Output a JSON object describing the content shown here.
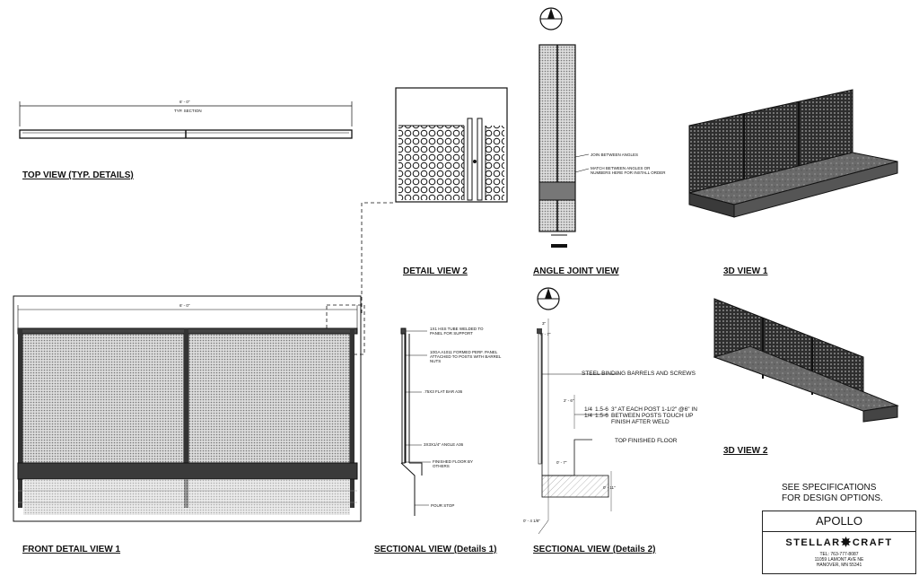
{
  "views": {
    "top_view": "TOP VIEW (TYP. DETAILS)",
    "detail_view_2": "DETAIL VIEW 2",
    "angle_joint_view": "ANGLE JOINT VIEW",
    "view_3d_1": "3D VIEW 1",
    "view_3d_2": "3D VIEW 2",
    "front_detail_view_1": "FRONT DETAIL VIEW 1",
    "sectional_view_1": "SECTIONAL VIEW  (Details 1)",
    "sectional_view_2": "SECTIONAL VIEW  (Details 2)"
  },
  "dimensions": {
    "top_width": "6' - 0\"",
    "top_section": "TYP. SECTION",
    "front_width": "6' - 0\"",
    "sect2_top": "3\"",
    "sect2_top2": "0' - 7\"",
    "sect2_mid": "2' - 6\"",
    "sect2_low": "0' - 7\"",
    "sect2_base": "0' - 11\"",
    "sect2_bottom": "0' - 4 1/8\""
  },
  "notes": {
    "angle_joint_1": "JOIN BETWEEN ANGLES",
    "angle_joint_2": "MATCH BETWEEN ANGLES OR\nNUMBERS HERE FOR INSTALL ORDER",
    "sect1_1": "1X1 HSS TUBE WELDED TO\nPANEL FOR SUPPORT",
    "sect1_2": "10GA A1011 FORMED PERF. PANEL\nATTACHED TO POSTS WITH BARREL\nNUTS",
    "sect1_3": ".75X3 FLAT BAR A36",
    "sect1_4": "3X3X1/4\" ANGLE A36",
    "sect1_5": "FINISHED FLOOR BY\nOTHERS",
    "sect1_6": "POUR STOP",
    "sect2_1": "STEEL BINDING BARRELS AND SCREWS",
    "sect2_2": "3\" AT EACH POST 1-1/2\" @6\" IN\nBETWEEN POSTS TOUCH UP\nFINISH AFTER WELD",
    "sect2_weld_a": "1/4\n1/4",
    "sect2_weld_b": "1.5-6\n1.5-6",
    "sect2_3": "TOP FINISHED FLOOR",
    "spec": "SEE SPECIFICATIONS\nFOR DESIGN OPTIONS."
  },
  "title_block": {
    "project": "APOLLO",
    "brand_left": "STELLAR",
    "brand_right": "CRAFT",
    "address": "TEL: 763-777-8087\n11059 LAMONT AVE NE\nHANOVER, MN 55341"
  },
  "colors": {
    "line": "#111111",
    "perf_fill": "#9a9a9a",
    "dark_fill": "#3a3a3a"
  }
}
